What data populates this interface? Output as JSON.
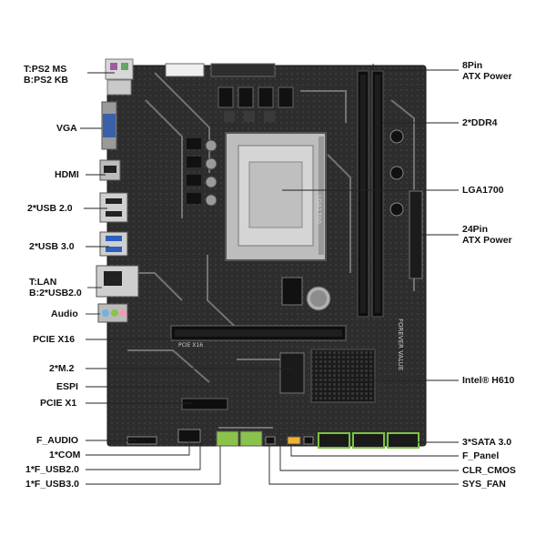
{
  "labels_left": [
    {
      "id": "ps2",
      "lines": [
        "T:PS2 MS",
        "B:PS2 KB"
      ]
    },
    {
      "id": "vga",
      "lines": [
        "VGA"
      ]
    },
    {
      "id": "hdmi",
      "lines": [
        "HDMI"
      ]
    },
    {
      "id": "usb20",
      "lines": [
        "2*USB 2.0"
      ]
    },
    {
      "id": "usb30",
      "lines": [
        "2*USB 3.0"
      ]
    },
    {
      "id": "lan",
      "lines": [
        "T:LAN",
        "B:2*USB2.0"
      ]
    },
    {
      "id": "audio",
      "lines": [
        "Audio"
      ]
    },
    {
      "id": "pciex16",
      "lines": [
        "PCIE X16"
      ]
    },
    {
      "id": "m2",
      "lines": [
        "2*M.2"
      ]
    },
    {
      "id": "espi",
      "lines": [
        "ESPI"
      ]
    },
    {
      "id": "pciex1",
      "lines": [
        "PCIE X1"
      ]
    },
    {
      "id": "faudio",
      "lines": [
        "F_AUDIO"
      ]
    },
    {
      "id": "com",
      "lines": [
        "1*COM"
      ]
    },
    {
      "id": "fusb20",
      "lines": [
        "1*F_USB2.0"
      ]
    },
    {
      "id": "fusb30",
      "lines": [
        "1*F_USB3.0"
      ]
    }
  ],
  "labels_right": [
    {
      "id": "atx8",
      "lines": [
        "8Pin",
        "ATX Power"
      ]
    },
    {
      "id": "ddr4",
      "lines": [
        "2*DDR4"
      ]
    },
    {
      "id": "lga",
      "lines": [
        "LGA1700"
      ]
    },
    {
      "id": "atx24",
      "lines": [
        "24Pin",
        "ATX Power"
      ]
    },
    {
      "id": "h610",
      "lines": [
        "Intel® H610"
      ]
    },
    {
      "id": "sata",
      "lines": [
        "3*SATA 3.0"
      ]
    },
    {
      "id": "fpanel",
      "lines": [
        "F_Panel"
      ]
    },
    {
      "id": "clr",
      "lines": [
        "CLR_CMOS"
      ]
    },
    {
      "id": "sysfan",
      "lines": [
        "SYS_FAN"
      ]
    }
  ],
  "silkscreen": {
    "socket_text": "LGA1700",
    "board_side": "FOREVER VALUE",
    "slot_text": "PCIE X16"
  },
  "colors": {
    "board": "#2b2b2b",
    "slot_black": "#0e0e0e",
    "sata_green": "#7cc241",
    "leader": "#222222"
  }
}
